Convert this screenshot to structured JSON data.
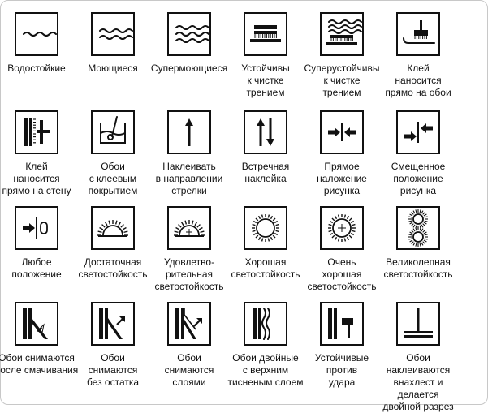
{
  "symbols": [
    {
      "icon": "waves-one-icon",
      "label": "Водостойкие"
    },
    {
      "icon": "waves-two-icon",
      "label": "Моющиеся"
    },
    {
      "icon": "waves-three-icon",
      "label": "Супермоющиеся"
    },
    {
      "icon": "brush-on-surface-icon",
      "label": "Устойчивы\nк чистке\nтрением"
    },
    {
      "icon": "brush-with-waves-icon",
      "label": "Суперустойчивы\nк чистке\nтрением"
    },
    {
      "icon": "paste-on-wallpaper-icon",
      "label": "Клей\nнаносится\nпрямо на обои"
    },
    {
      "icon": "paste-on-wall-icon",
      "label": "Клей\nнаносится\nпрямо на стену"
    },
    {
      "icon": "paste-bucket-icon",
      "label": "Обои\nс клеевым\nпокрытием"
    },
    {
      "icon": "arrow-up-icon",
      "label": "Наклеивать\nв направлении\nстрелки"
    },
    {
      "icon": "arrows-opposite-icon",
      "label": "Встречная\nнаклейка"
    },
    {
      "icon": "straight-match-icon",
      "label": "Прямое\nналожение\nрисунка"
    },
    {
      "icon": "offset-match-icon",
      "label": "Смещенное\nположение\nрисунка"
    },
    {
      "icon": "free-match-icon",
      "label": "Любое\nположение"
    },
    {
      "icon": "sun-half-icon",
      "label": "Достаточная\nсветостойкость"
    },
    {
      "icon": "sun-half-plus-icon",
      "label": "Удовлетво-\nрительная\nсветостойкость"
    },
    {
      "icon": "sun-full-icon",
      "label": "Хорошая\nсветостойкость"
    },
    {
      "icon": "sun-full-plus-icon",
      "label": "Очень\nхорошая\nсветостойкость"
    },
    {
      "icon": "two-suns-icon",
      "label": "Великолепная\nсветостойкость"
    },
    {
      "icon": "strip-wet-removal-icon",
      "label": "Обои снимаются\nпосле смачивания"
    },
    {
      "icon": "strip-full-removal-icon",
      "label": "Обои\nснимаются\nбез остатка"
    },
    {
      "icon": "strip-layer-removal-icon",
      "label": "Обои\nснимаются\nслоями"
    },
    {
      "icon": "duplex-embossed-icon",
      "label": "Обои двойные\nс верхним\nтисненым слоем"
    },
    {
      "icon": "hammer-resistant-icon",
      "label": "Устойчивые\nпротив\nудара"
    },
    {
      "icon": "overlap-double-cut-icon",
      "label": "Обои наклеиваются\nвнахлест и делается\nдвойной разрез"
    }
  ]
}
